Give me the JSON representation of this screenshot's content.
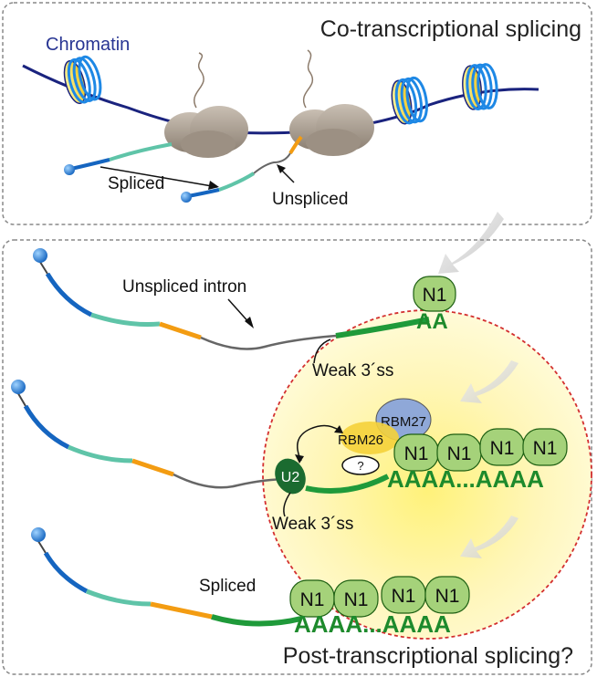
{
  "panels": {
    "top_title": "Co-transcriptional splicing",
    "bottom_title": "Post-transcriptional splicing?"
  },
  "labels": {
    "chromatin": "Chromatin",
    "spliced_top": "Spliced",
    "unspliced_top": "Unspliced",
    "unspliced_intron": "Unspliced intron",
    "weak_ss_1": "Weak 3´ss",
    "weak_ss_2": "Weak 3´ss",
    "spliced_bottom": "Spliced",
    "rbm27": "RBM27",
    "rbm26": "RBM26",
    "question": "?",
    "u2": "U2"
  },
  "proteins": {
    "n1": "N1"
  },
  "polya": {
    "row1": "AA",
    "row2": "AAAA...AAAA",
    "row3": "AAAA...AAAA"
  },
  "colors": {
    "chromatin_line": "#1a237e",
    "chromatin_label": "#283593",
    "exon_blue": "#1565c0",
    "exon_teal": "#5fc4a8",
    "exon_orange": "#f39c12",
    "exon_green": "#1f9a3a",
    "intron_gray": "#666666",
    "n1_fill": "#a5d27a",
    "polya_green": "#1d8a2c",
    "condensate": "#fff8b0",
    "dashed_red": "#d32f2f",
    "rbm27": "#8fa8d8",
    "rbm26": "#f5d23a",
    "u2": "#1b6b30",
    "panel_border": "#888888"
  }
}
